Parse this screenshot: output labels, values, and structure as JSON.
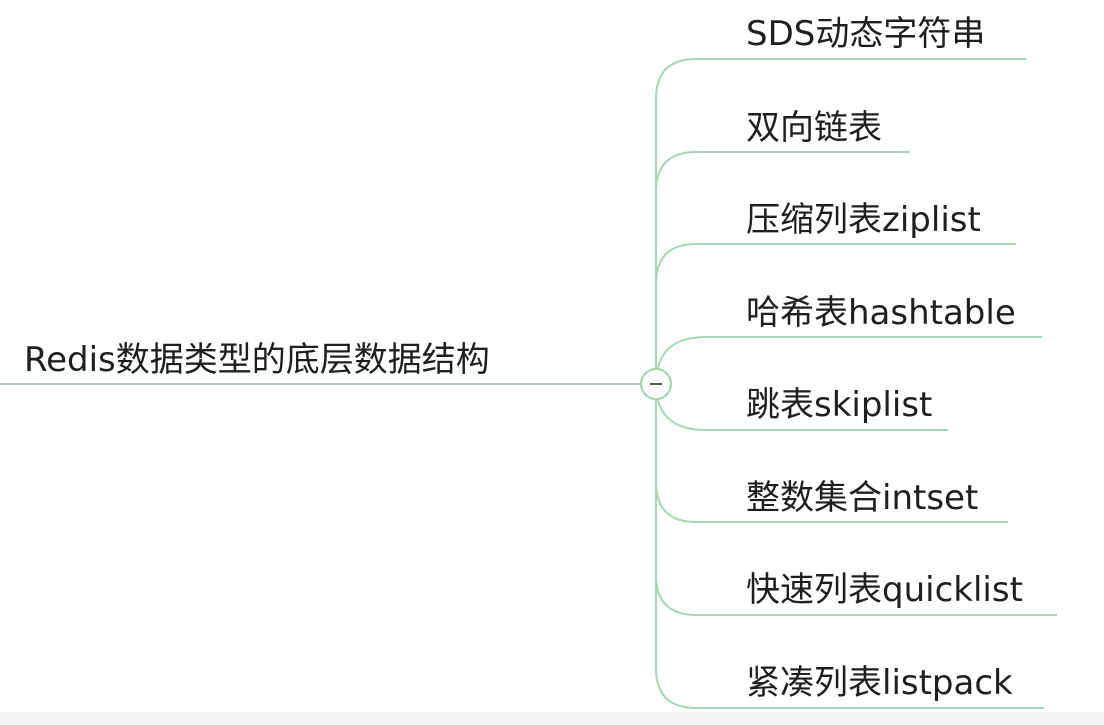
{
  "diagram": {
    "type": "mindmap",
    "line_color": "#a8d6bb",
    "root": {
      "label": "Redis数据类型的底层数据结构"
    },
    "collapse_button": {
      "symbol": "minus",
      "state": "expanded"
    },
    "children": [
      {
        "label": "SDS动态字符串"
      },
      {
        "label": "双向链表"
      },
      {
        "label": "压缩列表ziplist"
      },
      {
        "label": "哈希表hashtable"
      },
      {
        "label": "跳表skiplist"
      },
      {
        "label": "整数集合intset"
      },
      {
        "label": "快速列表quicklist"
      },
      {
        "label": "紧凑列表listpack"
      }
    ]
  }
}
